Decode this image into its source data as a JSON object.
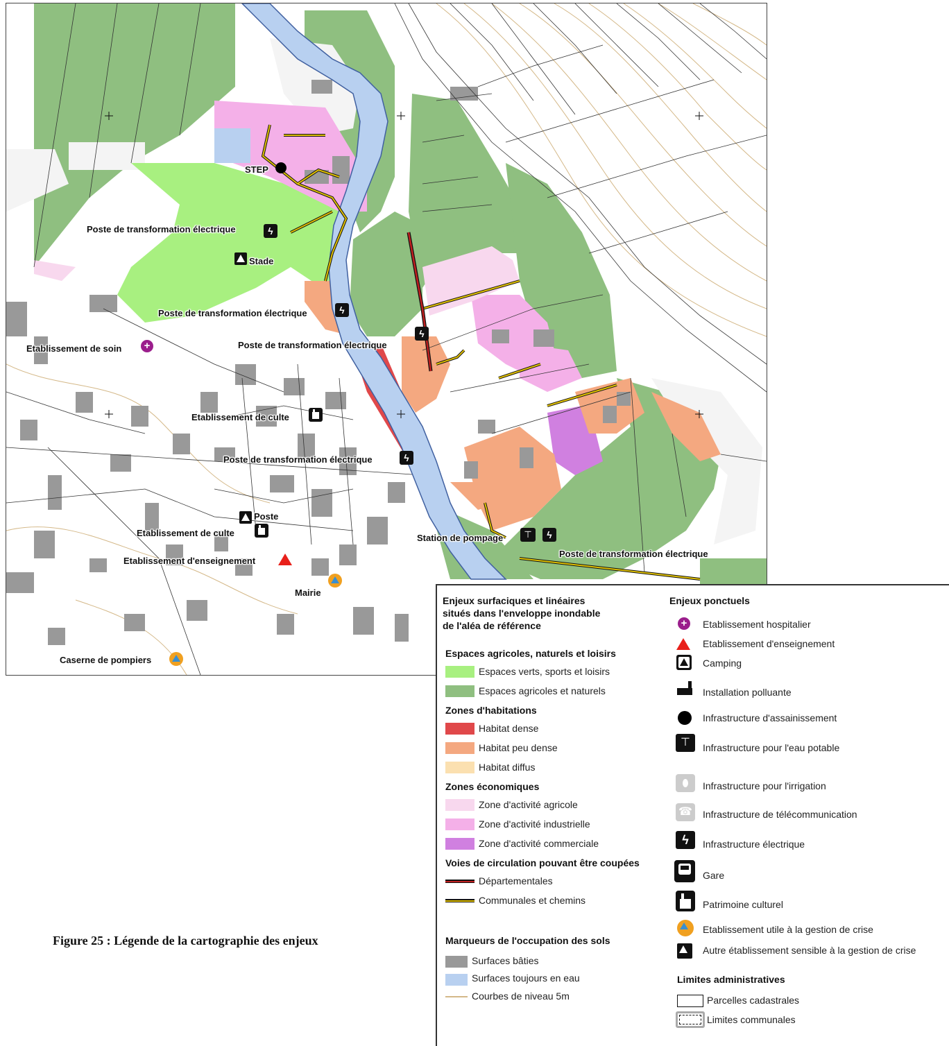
{
  "map": {
    "labels": {
      "step": "STEP",
      "poste1": "Poste de transformation électrique",
      "stade": "Stade",
      "poste2": "Poste de transformation électrique",
      "soin": "Etablissement de soin",
      "poste3": "Poste de transformation électrique",
      "culte1": "Etablissement de culte",
      "poste4": "Poste de transformation électrique",
      "poste_lbl": "Poste",
      "culte2": "Etablissement de culte",
      "enseignement": "Etablissement d'enseignement",
      "mairie": "Mairie",
      "pompage": "Station de pompage",
      "poste5": "Poste de transformation électrique",
      "caserne": "Caserne de pompiers"
    },
    "colors": {
      "green_light": "#a8f080",
      "green_dark": "#8fbf80",
      "habitat_dense": "#e0484a",
      "habitat_peu_dense": "#f4a880",
      "agri_zone": "#f8d8ee",
      "indus_zone": "#f4b0e8",
      "comm_zone": "#d080e0",
      "water": "#b8d0f0",
      "building": "#999999",
      "contour": "#d4b888",
      "road_comm": "#e0c000",
      "road_dep": "#c02020"
    }
  },
  "legend": {
    "title_left": [
      "Enjeux surfaciques et linéaires",
      "situés dans l'enveloppe inondable",
      "de l'aléa de référence"
    ],
    "groups": {
      "espaces": "Espaces agricoles, naturels et loisirs",
      "habitations": "Zones d'habitations",
      "economiques": "Zones économiques",
      "voies": "Voies de circulation pouvant être coupées",
      "marqueurs": "Marqueurs de l'occupation des sols"
    },
    "items_left": {
      "verts": "Espaces verts, sports et loisirs",
      "agricoles": "Espaces agricoles et naturels",
      "dense": "Habitat dense",
      "peu_dense": "Habitat peu dense",
      "diffus": "Habitat diffus",
      "agri": "Zone d'activité agricole",
      "indus": "Zone d'activité industrielle",
      "comm": "Zone d'activité commerciale",
      "dep": "Départementales",
      "communales": "Communales et chemins",
      "baties": "Surfaces bâties",
      "eau": "Surfaces toujours en eau",
      "courbes": "Courbes de niveau 5m"
    },
    "title_right": "Enjeux ponctuels",
    "items_right": {
      "hosp": "Etablissement hospitalier",
      "ens": "Etablissement d'enseignement",
      "camping": "Camping",
      "polluante": "Installation polluante",
      "assain": "Infrastructure d'assainissement",
      "eau_potable": "Infrastructure pour l'eau potable",
      "irrigation": "Infrastructure pour l'irrigation",
      "telecom": "Infrastructure de télécommunication",
      "elec": "Infrastructure électrique",
      "gare": "Gare",
      "patrimoine": "Patrimoine culturel",
      "crise": "Etablissement utile à la gestion de crise",
      "autre": "Autre établissement sensible à la gestion de crise"
    },
    "limites_title": "Limites administratives",
    "limites": {
      "parcelles": "Parcelles cadastrales",
      "communales": "Limites communales"
    }
  },
  "caption": "Figure 25 : Légende de la cartographie des enjeux"
}
